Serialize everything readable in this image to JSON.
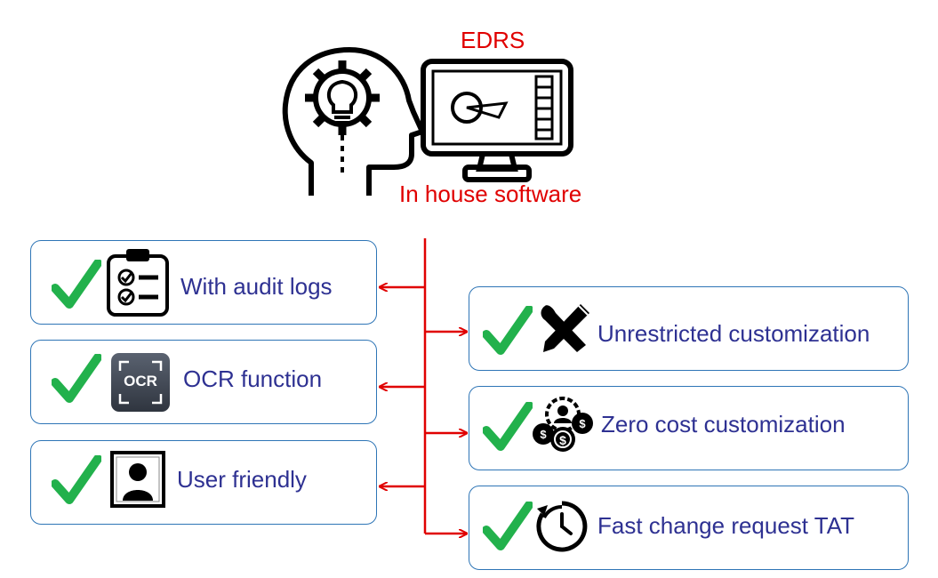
{
  "header": {
    "product_name": "EDRS",
    "subtitle": "In house software"
  },
  "colors": {
    "accent_red": "#e00000",
    "text_blue": "#2e3192",
    "border_blue": "#2e75b6",
    "check_green": "#22b14c"
  },
  "left_features": [
    {
      "label": "With audit logs",
      "icon": "clipboard-checklist-icon"
    },
    {
      "label": "OCR function",
      "icon": "ocr-scan-icon",
      "icon_text": "OCR"
    },
    {
      "label": "User friendly",
      "icon": "user-portrait-icon"
    }
  ],
  "right_features": [
    {
      "label": "Unrestricted customization",
      "icon": "tools-wrench-pencil-icon"
    },
    {
      "label": "Zero cost customization",
      "icon": "cost-people-coins-icon"
    },
    {
      "label": "Fast change request TAT",
      "icon": "timer-refresh-icon"
    }
  ]
}
